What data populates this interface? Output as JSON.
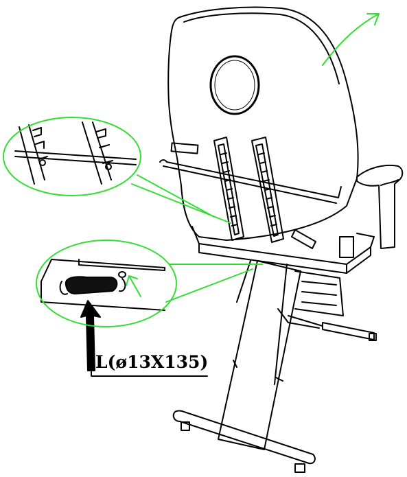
{
  "diagram": {
    "part_label": "L(ø13X135)",
    "callout_color": "#33dd33",
    "line_color": "#000000",
    "icons": [
      "chair-back",
      "lower-detail-callout",
      "upper-detail-callout",
      "spring-part",
      "pointer-arrow"
    ]
  }
}
